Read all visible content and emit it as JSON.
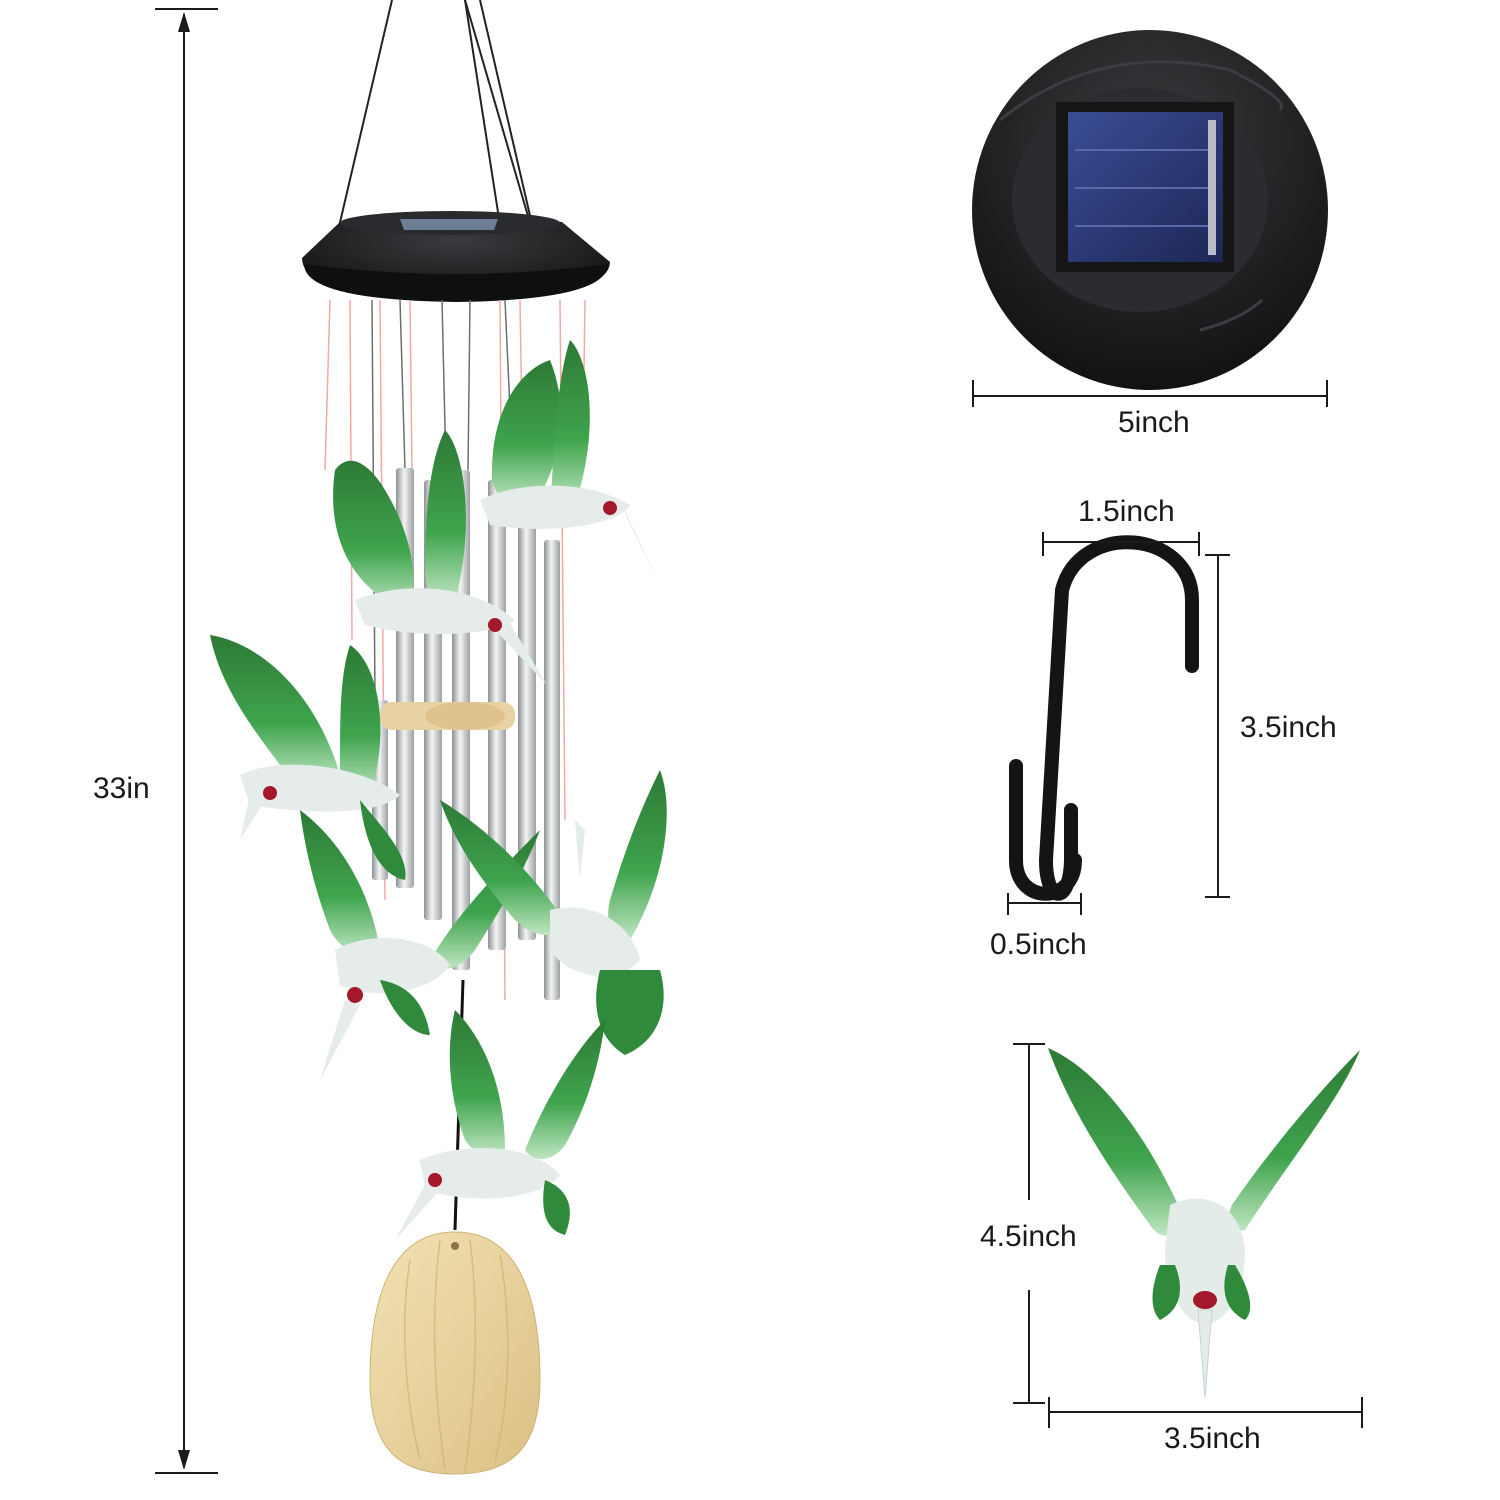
{
  "dimensions": {
    "overall_height": "33in",
    "top_diameter": "5inch",
    "hook_width": "1.5inch",
    "hook_height": "3.5inch",
    "hook_gap": "0.5inch",
    "bird_height": "4.5inch",
    "bird_width": "3.5inch"
  },
  "colors": {
    "bird_green": "#2e8b3e",
    "bird_green_light": "#7fd08a",
    "bird_clear": "#dde8e4",
    "bird_beak_red": "#a3192b",
    "tube_silver": "#c8cbcd",
    "top_black": "#1e1f21",
    "solar_blue": "#2b3b7a",
    "wood": "#ecd7a2",
    "line": "#1a1a1a"
  }
}
